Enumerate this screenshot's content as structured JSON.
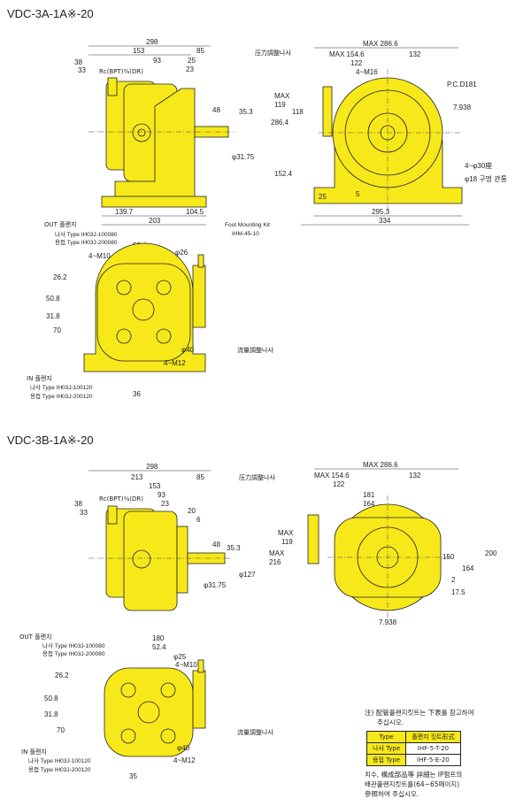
{
  "section_a": {
    "title": "VDC-3A-1A※-20",
    "side": {
      "d298": "298",
      "d153": "153",
      "d85": "85",
      "d93": "93",
      "d23": "23",
      "d25": "25",
      "d38": "38",
      "d33": "33",
      "rc": "Rc(BPT)⅜(DR)",
      "d48": "48",
      "d353": "35.3",
      "d3175": "φ31.75",
      "d1397": "139.7",
      "d1045": "104.5",
      "d203": "203",
      "kit1": "Foot Mounting Kit",
      "kit2": "IHM-45-10"
    },
    "front": {
      "max2866": "MAX 286.6",
      "max1546": "MAX 154.6",
      "d132": "132",
      "d122": "122",
      "m16": "4~M16",
      "pressure_adj": "压力調整나사",
      "pcd": "P.C.D181",
      "d7938": "7.938",
      "max119": "MAX",
      "d119": "119",
      "d118": "118",
      "d2864": "286.4",
      "d1524": "152.4",
      "d25": "25",
      "d5": "5",
      "hole": "4~φ30座",
      "hole2": "φ18 구멍 관통",
      "d2953": "295.3",
      "d334": "334"
    },
    "bottom": {
      "out_label": "OUT 플랜지",
      "out_t1": "나사 Type IH03J-100080",
      "out_t2": "용접 Type IH03J-200080",
      "d524": "52.4",
      "m10": "4~M10",
      "d26": "φ26",
      "d262": "26.2",
      "d508": "50.8",
      "d318": "31.8",
      "d70": "70",
      "d40": "φ40",
      "m12": "4~M12",
      "flow_adj": "流量調整나사",
      "in_label": "IN 플랜지",
      "in_t1": "나사 Type IH03J-100120",
      "in_t2": "용접 Type IH03J-200120",
      "d36": "36"
    }
  },
  "section_b": {
    "title": "VDC-3B-1A※-20",
    "side": {
      "d298": "298",
      "d213": "213",
      "d85": "85",
      "d153": "153",
      "d93": "93",
      "d23": "23",
      "d38": "38",
      "d33": "33",
      "d20": "20",
      "d6": "6",
      "rc": "Rc(BPT)⅜(DR)",
      "d48": "48",
      "d353": "35.3",
      "d127": "φ127",
      "d3175": "φ31.75"
    },
    "front": {
      "max2866": "MAX 286.6",
      "max1546": "MAX 154.6",
      "d132": "132",
      "d122": "122",
      "d181": "181",
      "d164": "164",
      "pressure_adj": "压力調整나사",
      "max": "MAX",
      "d119": "119",
      "max216": "MAX",
      "d216": "216",
      "d150": "150",
      "d200": "200",
      "d164b": "164",
      "d2": "2",
      "d175": "17.5",
      "d7938": "7.938"
    },
    "bottom": {
      "out_label": "OUT 플랜지",
      "out_t1": "나사 Type IH03J-100080",
      "out_t2": "용접 Type IH03J-200080",
      "d180": "180",
      "d524": "52.4",
      "d25": "φ25",
      "m10": "4~M10",
      "d262": "26.2",
      "d508": "50.8",
      "d318": "31.8",
      "d70": "70",
      "d40": "φ40",
      "m12": "4~M12",
      "flow_adj": "流量調整나사",
      "in_label": "IN 플랜지",
      "in_t1": "나사 Type IH03J-100120",
      "in_t2": "용접 Type IH03J-200120",
      "d35": "35"
    }
  },
  "note": {
    "line1": "注) 配管플랜지킷트는 下表를 참고하여",
    "line2": "주십시오.",
    "table_head": [
      "Type",
      "플랜지 킷트形式"
    ],
    "rows": [
      [
        "나사 Type",
        "IHF-5-T-20"
      ],
      [
        "용접 Type",
        "IHF-5-E-20"
      ]
    ],
    "line3": "치수, 構成部品等 詳細는 IP펌프의",
    "line4": "배관플랜지킷트를(64~65페이지)",
    "line5": "參照하여 주십시오."
  }
}
